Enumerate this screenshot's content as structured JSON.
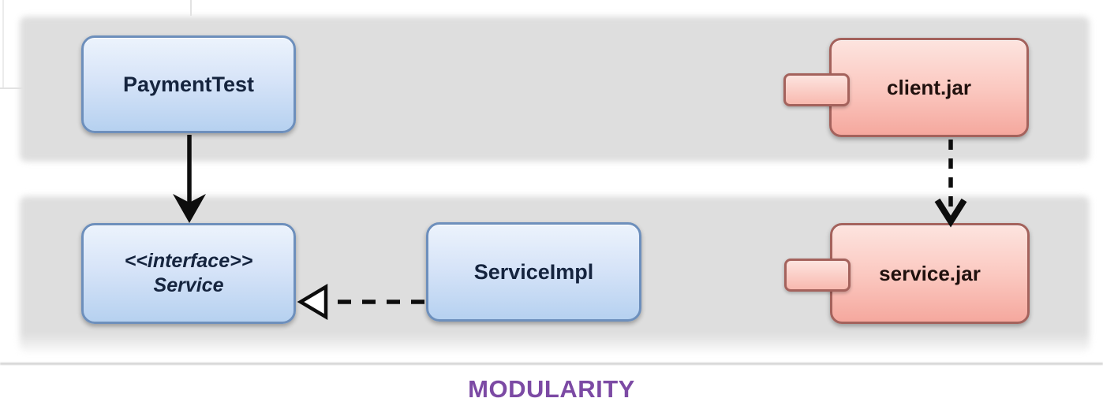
{
  "title": "MODULARITY",
  "nodes": {
    "payment_test": {
      "label": "PaymentTest",
      "kind": "class"
    },
    "service_interface": {
      "stereotype": "<<interface>>",
      "label": "Service",
      "kind": "interface"
    },
    "service_impl": {
      "label": "ServiceImpl",
      "kind": "class"
    },
    "client_jar": {
      "label": "client.jar",
      "kind": "component"
    },
    "service_jar": {
      "label": "service.jar",
      "kind": "component"
    }
  },
  "edges": [
    {
      "from": "PaymentTest",
      "to": "Service",
      "style": "solid-arrow",
      "meaning": "dependency"
    },
    {
      "from": "ServiceImpl",
      "to": "Service",
      "style": "dashed-hollow-triangle",
      "meaning": "realization"
    },
    {
      "from": "client.jar",
      "to": "service.jar",
      "style": "dashed-arrow",
      "meaning": "dependency"
    }
  ],
  "layers": [
    {
      "name": "top-band"
    },
    {
      "name": "bottom-band"
    }
  ],
  "colors": {
    "band_fill": "#dedede",
    "class_fill_top": "#ecf3fc",
    "class_fill_bottom": "#b6d1f0",
    "class_border": "#6d8fbc",
    "class_text": "#15243e",
    "component_fill_top": "#fde4df",
    "component_fill_bottom": "#f5a89e",
    "component_border": "#a4625c",
    "component_text": "#20110e",
    "arrow": "#0d0d0d",
    "title": "#7c4aa4"
  }
}
